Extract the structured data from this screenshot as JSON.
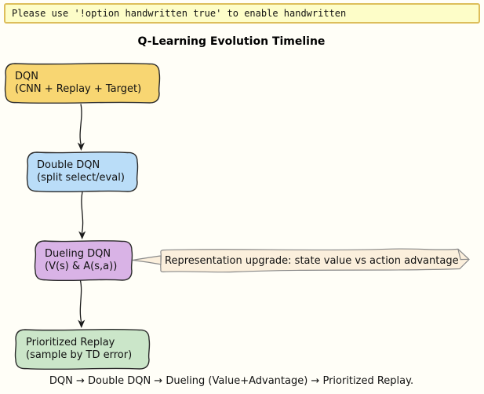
{
  "banner": {
    "text": "Please use '!option handwritten true' to enable handwritten"
  },
  "title": "Q-Learning Evolution Timeline",
  "diagram": {
    "nodes": [
      {
        "id": "dqn",
        "title": "DQN",
        "subtitle": "(CNN + Replay + Target)",
        "fill": "#F8D672"
      },
      {
        "id": "double-dqn",
        "title": "Double DQN",
        "subtitle": "(split select/eval)",
        "fill": "#BADDF8"
      },
      {
        "id": "dueling-dqn",
        "title": "Dueling DQN",
        "subtitle": "(V(s) & A(s,a))",
        "fill": "#D9B3E6"
      },
      {
        "id": "prioritized-replay",
        "title": "Prioritized Replay",
        "subtitle": "(sample by TD error)",
        "fill": "#CBE6C9"
      }
    ],
    "edges": [
      {
        "from": "DQN",
        "to": "Double DQN"
      },
      {
        "from": "Double DQN",
        "to": "Dueling DQN"
      },
      {
        "from": "Dueling DQN",
        "to": "Prioritized Replay"
      }
    ],
    "note": {
      "attached_to": "dueling-dqn",
      "text": "Representation upgrade: state value vs action advantage",
      "fill": "#FBEFDC"
    }
  },
  "caption": "DQN → Double DQN → Dueling (Value+Advantage) → Prioritized Replay.",
  "colors": {
    "background": "#FFFEF7",
    "banner_fill": "#FDFDC8",
    "banner_border": "#DDBE5B",
    "node_border": "#2B2B2B",
    "note_border": "#8A8A8A",
    "arrow": "#1A1A1A",
    "text": "#111111"
  }
}
